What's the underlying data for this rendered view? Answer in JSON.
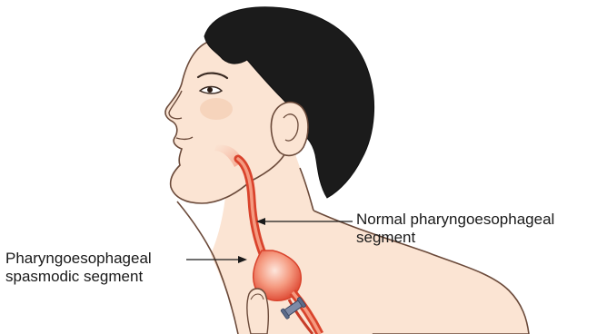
{
  "labels": {
    "normal_segment": {
      "line1": "Normal pharyngoesophageal",
      "line2": "segment"
    },
    "spasmodic_segment": {
      "line1": "Pharyngoesophageal",
      "line2": "spasmodic segment"
    }
  },
  "colors": {
    "skin": "#fbe4d3",
    "skin_shade": "#f3c9ae",
    "outline": "#6b4a3a",
    "hair": "#1b1b1b",
    "esophagus": "#e8573f",
    "esophagus_light": "#f59a80",
    "valve": "#5b6b8a",
    "text": "#1a1a1a"
  }
}
